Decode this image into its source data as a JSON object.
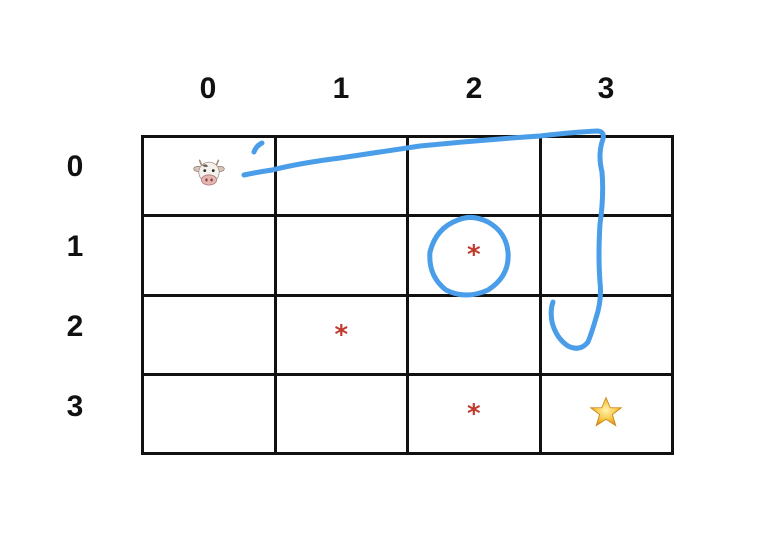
{
  "columns": [
    "0",
    "1",
    "2",
    "3"
  ],
  "rows": [
    "0",
    "1",
    "2",
    "3"
  ],
  "cells": [
    [
      "cow",
      "",
      "",
      ""
    ],
    [
      "",
      "",
      "*",
      ""
    ],
    [
      "",
      "*",
      "",
      ""
    ],
    [
      "",
      "",
      "*",
      "star"
    ]
  ],
  "icons": {
    "start": "cow-face-icon",
    "goal": "star-icon",
    "obstacle": "asterisk"
  },
  "colors": {
    "grid_line": "#111111",
    "obstacle": "#c0392b",
    "annotation_stroke": "#4a9de8"
  }
}
